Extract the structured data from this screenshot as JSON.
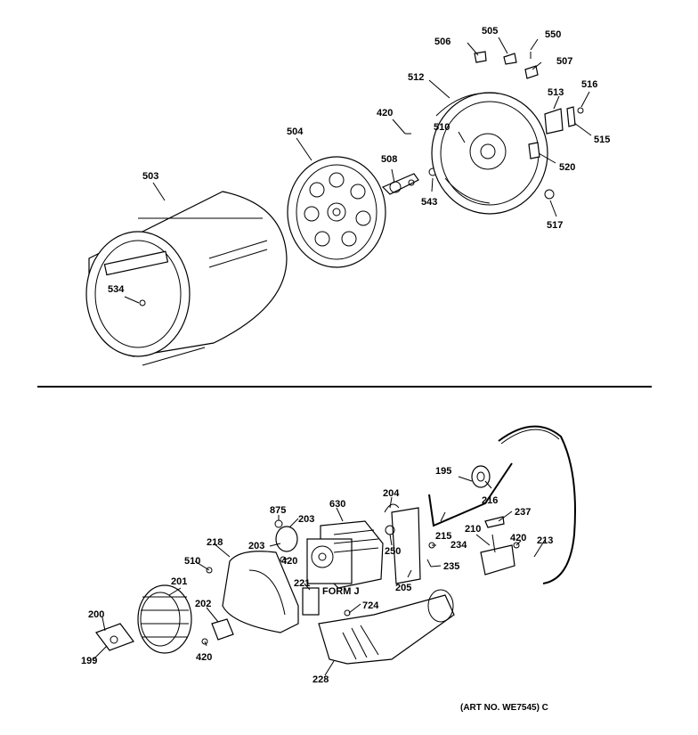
{
  "callouts": [
    "506",
    "505",
    "550",
    "507",
    "512",
    "513",
    "516",
    "420",
    "510",
    "515",
    "504",
    "508",
    "520",
    "503",
    "543",
    "517",
    "534",
    "195",
    "216",
    "875",
    "630",
    "204",
    "203",
    "237",
    "215",
    "210",
    "420",
    "218",
    "203",
    "420",
    "250",
    "234",
    "213",
    "510",
    "235",
    "201",
    "221",
    "205",
    "202",
    "200",
    "724",
    "199",
    "420",
    "228"
  ],
  "labels": {
    "form": "FORM J",
    "art_no": "(ART NO. WE7545) C"
  }
}
